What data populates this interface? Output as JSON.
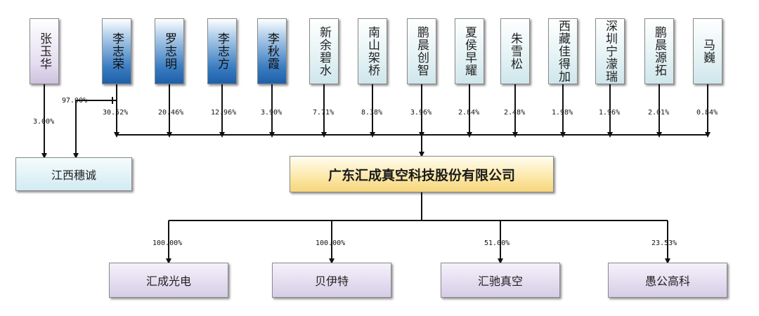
{
  "shareholders": [
    {
      "name": "张玉华",
      "pct": "3.00%",
      "style": "person-plain"
    },
    {
      "name": "李志荣",
      "pct": "30.52%",
      "pct_to_jiangxi": "97.00%",
      "style": "person-blue"
    },
    {
      "name": "罗志明",
      "pct": "20.46%",
      "style": "person-blue"
    },
    {
      "name": "李志方",
      "pct": "12.96%",
      "style": "person-blue"
    },
    {
      "name": "李秋霞",
      "pct": "3.90%",
      "style": "person-blue"
    },
    {
      "name": "新余碧水",
      "pct": "7.71%",
      "style": "org"
    },
    {
      "name": "南山架桥",
      "pct": "8.38%",
      "style": "org"
    },
    {
      "name": "鹏晨创智",
      "pct": "3.96%",
      "style": "org"
    },
    {
      "name": "夏侯早耀",
      "pct": "2.84%",
      "style": "org"
    },
    {
      "name": "朱雪松",
      "pct": "2.48%",
      "style": "org"
    },
    {
      "name": "西藏佳得加",
      "pct": "1.98%",
      "style": "org"
    },
    {
      "name": "深圳宁濛瑞",
      "pct": "1.96%",
      "style": "org"
    },
    {
      "name": "鹏晨源拓",
      "pct": "2.01%",
      "style": "org"
    },
    {
      "name": "马巍",
      "pct": "0.84%",
      "style": "org"
    }
  ],
  "jiangxi_suicheng": {
    "name": "江西穗诚"
  },
  "company": {
    "name": "广东汇成真空科技股份有限公司"
  },
  "subsidiaries": [
    {
      "name": "汇成光电",
      "pct": "100.00%"
    },
    {
      "name": "贝伊特",
      "pct": "100.00%"
    },
    {
      "name": "汇驰真空",
      "pct": "51.00%"
    },
    {
      "name": "愚公高科",
      "pct": "23.53%"
    }
  ]
}
